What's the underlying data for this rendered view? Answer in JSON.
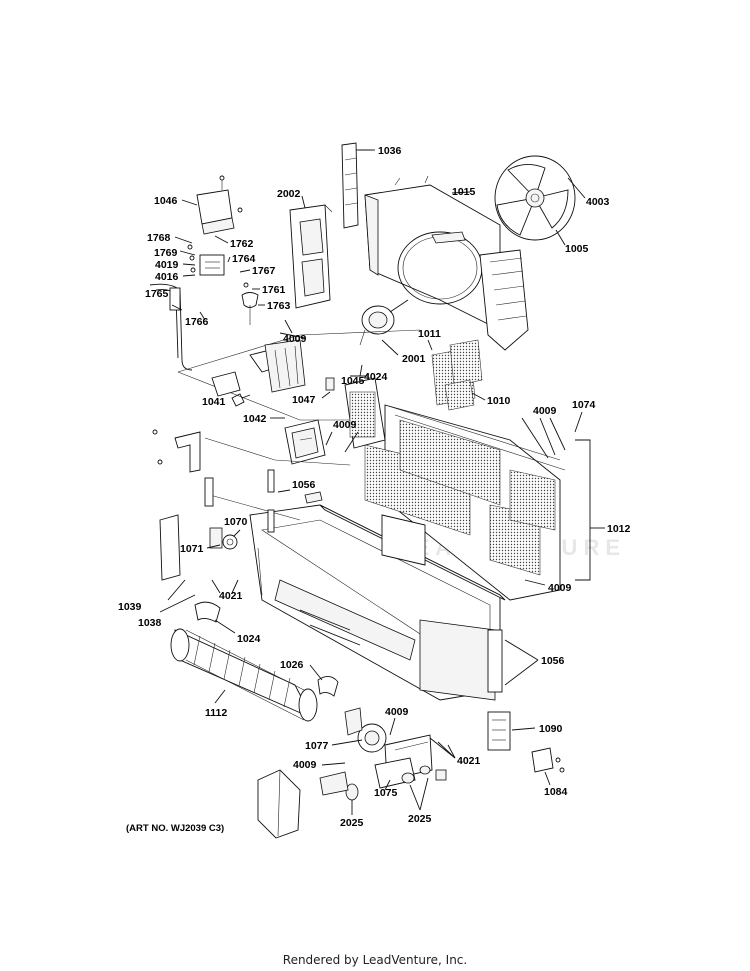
{
  "diagram": {
    "labels": {
      "l1036": "1036",
      "l1015": "1015",
      "l4003": "4003",
      "l1005": "1005",
      "l1046": "1046",
      "l2002": "2002",
      "l1768": "1768",
      "l1762": "1762",
      "l1769": "1769",
      "l1764": "1764",
      "l4019": "4019",
      "l1767": "1767",
      "l4016": "4016",
      "l1761": "1761",
      "l1765": "1765",
      "l1763": "1763",
      "l1766": "1766",
      "l4009a": "4009",
      "l2001": "2001",
      "l1011": "1011",
      "l1045": "1045",
      "l4024": "4024",
      "l1010": "1010",
      "l1041": "1041",
      "l1047": "1047",
      "l4009b": "4009",
      "l1074": "1074",
      "l1042": "1042",
      "l4009c": "4009",
      "l1056a": "1056",
      "l1012": "1012",
      "l1070": "1070",
      "l1071": "1071",
      "l4009d": "4009",
      "l1039": "1039",
      "l4021a": "4021",
      "l1038": "1038",
      "l1024": "1024",
      "l1056b": "1056",
      "l1026": "1026",
      "l1112": "1112",
      "l4009e": "4009",
      "l1090": "1090",
      "l1077": "1077",
      "l4021b": "4021",
      "l4009f": "4009",
      "l1075": "1075",
      "l1084": "1084",
      "l2025a": "2025",
      "l2025b": "2025"
    },
    "art_number": "(ART NO. WJ2039 C3)",
    "footer": "Rendered by LeadVenture, Inc.",
    "watermark": "LEADVENTURE"
  }
}
